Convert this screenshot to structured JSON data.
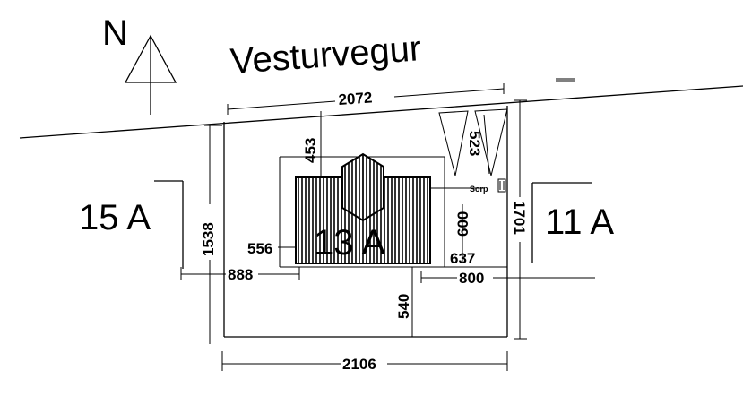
{
  "north_label": "N",
  "street_name": "Vesturvegur",
  "lots": {
    "left": "15 A",
    "right": "11 A",
    "center": "13 A"
  },
  "dimensions": {
    "top_width": "2072",
    "bottom_width": "2106",
    "left_depth": "1538",
    "right_depth": "1701",
    "front_setback": "453",
    "right_front": "523",
    "house_right": "600",
    "house_left": "556",
    "left_offset": "888",
    "right_offset_a": "637",
    "right_offset_b": "800",
    "rear": "540"
  },
  "labels": {
    "sorp": "Sorp"
  }
}
